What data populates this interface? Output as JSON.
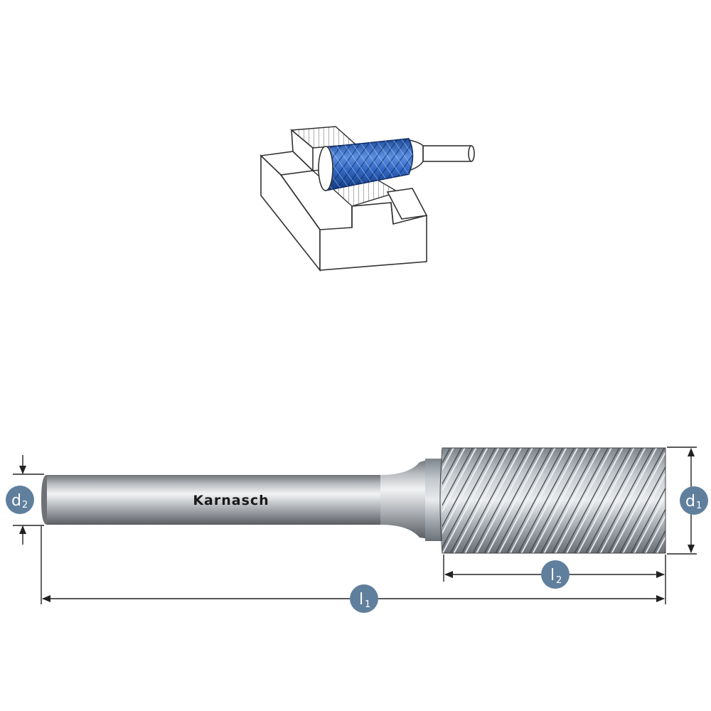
{
  "brand": {
    "name": "Karnasch"
  },
  "dimensions": {
    "d2": {
      "letter": "d",
      "sub": "2"
    },
    "d1": {
      "letter": "d",
      "sub": "1"
    },
    "l2": {
      "letter": "l",
      "sub": "2"
    },
    "l1": {
      "letter": "l",
      "sub": "1"
    }
  },
  "icons": {
    "application": "milling-slot-in-block-icon",
    "tool": "cylindrical-carbide-burr-icon"
  },
  "colors": {
    "badge": "#5f7f9d",
    "burr_blue": "#2f62b8",
    "dimension_line": "#222222"
  }
}
